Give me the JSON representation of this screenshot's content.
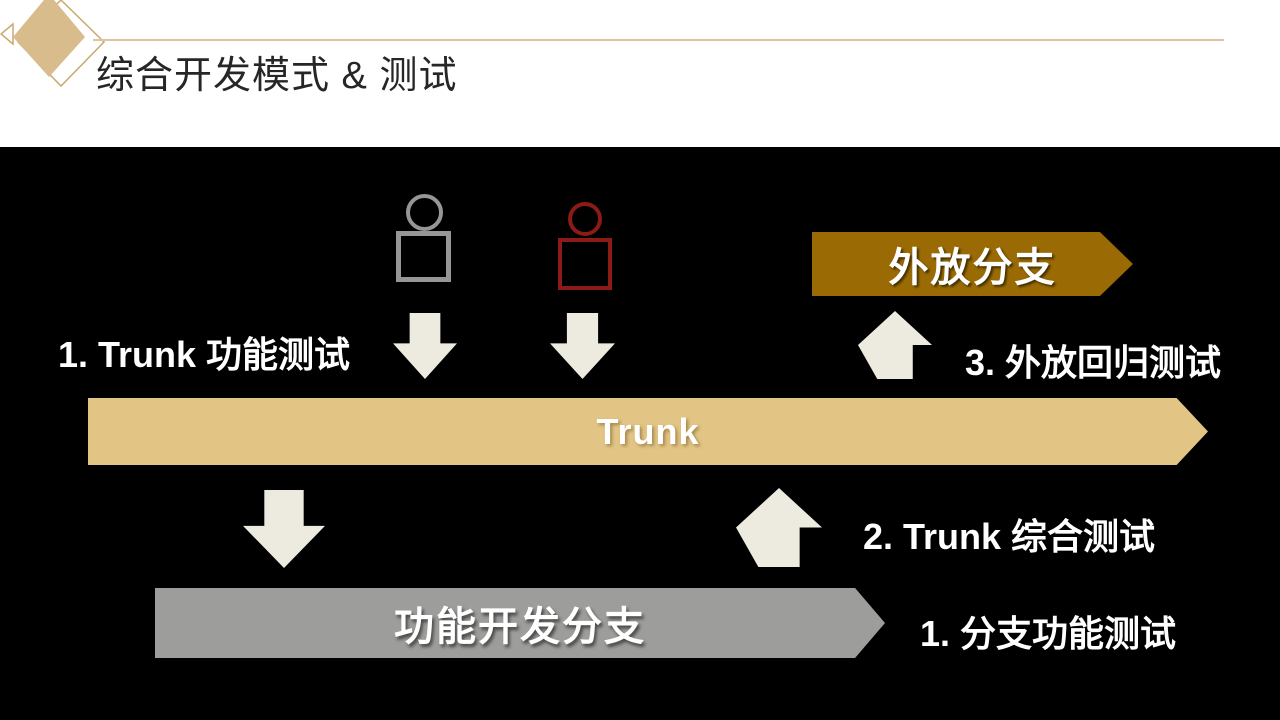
{
  "header": {
    "title": "综合开发模式 & 测试"
  },
  "diagram": {
    "branches": {
      "external": {
        "label": "外放分支",
        "color": "#9A6A04"
      },
      "trunk": {
        "label": "Trunk",
        "color": "#E2C485"
      },
      "feature": {
        "label": "功能开发分支",
        "color": "#9D9D9B"
      }
    },
    "annotations": {
      "trunk_function_test": "1. Trunk 功能测试",
      "external_regression_test": "3. 外放回归测试",
      "trunk_integration_test": "2. Trunk 综合测试",
      "branch_function_test": "1. 分支功能测试"
    },
    "icons": {
      "developer_gray": {
        "name": "person-icon",
        "color": "#969696"
      },
      "developer_red": {
        "name": "person-icon",
        "color": "#8C1A15"
      },
      "flow_arrows": {
        "name": "block-arrow-icon",
        "color": "#EDEBE0"
      }
    }
  },
  "theme": {
    "panel_background": "#000000",
    "header_background": "#FFFFFF",
    "accent_line": "#DCC6A0",
    "logo_diamond_fill": "#D8BC8C",
    "title_color": "#262626"
  }
}
